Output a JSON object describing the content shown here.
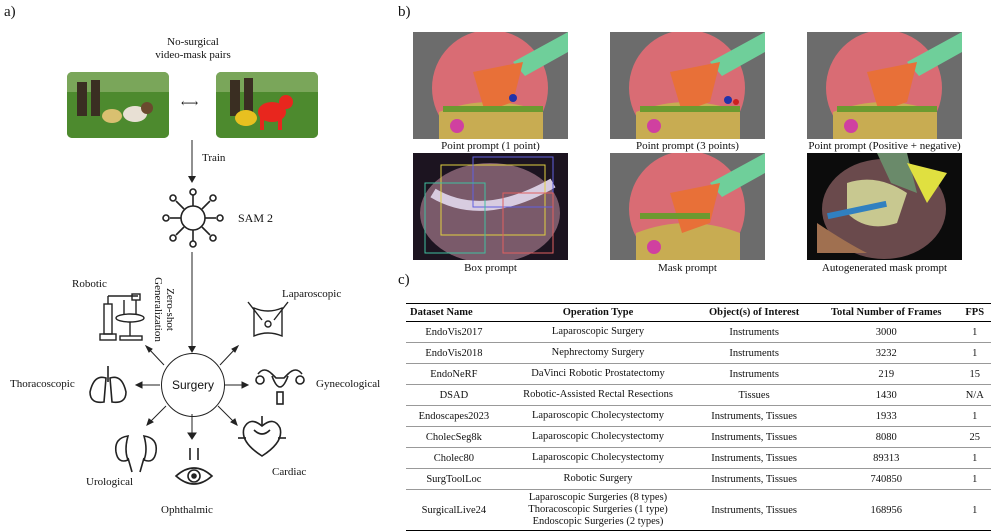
{
  "panel_a": {
    "label": "a)",
    "pairs_caption": [
      "No-surgical",
      "video-mask pairs"
    ],
    "train_label": "Train",
    "model_label": "SAM 2",
    "zero_shot_label": "Zero-shot Generalization",
    "center_label": "Surgery",
    "surgery_types": [
      "Robotic",
      "Laparoscopic",
      "Thoracoscopic",
      "Gynecological",
      "Urological",
      "Ophthalmic",
      "Cardiac"
    ]
  },
  "panel_b": {
    "label": "b)",
    "prompts": [
      "Point prompt (1 point)",
      "Point prompt (3 points)",
      "Point prompt (Positive + negative)",
      "Box prompt",
      "Mask prompt",
      "Autogenerated mask prompt"
    ]
  },
  "panel_c": {
    "label": "c)",
    "columns": [
      "Dataset Name",
      "Operation Type",
      "Object(s) of Interest",
      "Total Number of Frames",
      "FPS"
    ],
    "rows": [
      {
        "name": "EndoVis2017",
        "op": [
          "Laparoscopic Surgery"
        ],
        "objects": "Instruments",
        "frames": "3000",
        "fps": "1"
      },
      {
        "name": "EndoVis2018",
        "op": [
          "Nephrectomy Surgery"
        ],
        "objects": "Instruments",
        "frames": "3232",
        "fps": "1"
      },
      {
        "name": "EndoNeRF",
        "op": [
          "DaVinci Robotic Prostatectomy"
        ],
        "objects": "Instruments",
        "frames": "219",
        "fps": "15"
      },
      {
        "name": "DSAD",
        "op": [
          "Robotic-Assisted Rectal Resections"
        ],
        "objects": "Tissues",
        "frames": "1430",
        "fps": "N/A"
      },
      {
        "name": "Endoscapes2023",
        "op": [
          "Laparoscopic Cholecystectomy"
        ],
        "objects": "Instruments, Tissues",
        "frames": "1933",
        "fps": "1"
      },
      {
        "name": "CholecSeg8k",
        "op": [
          "Laparoscopic Cholecystectomy"
        ],
        "objects": "Instruments, Tissues",
        "frames": "8080",
        "fps": "25"
      },
      {
        "name": "Cholec80",
        "op": [
          "Laparoscopic Cholecystectomy"
        ],
        "objects": "Instruments, Tissues",
        "frames": "89313",
        "fps": "1"
      },
      {
        "name": "SurgToolLoc",
        "op": [
          "Robotic Surgery"
        ],
        "objects": "Instruments, Tissues",
        "frames": "740850",
        "fps": "1"
      },
      {
        "name": "SurgicalLive24",
        "op": [
          "Laparoscopic Surgeries (8 types)",
          "Thoracoscopic Surgeries (1 type)",
          "Endoscopic Surgeries (2 types)"
        ],
        "objects": "Instruments, Tissues",
        "frames": "168956",
        "fps": "1"
      }
    ]
  }
}
